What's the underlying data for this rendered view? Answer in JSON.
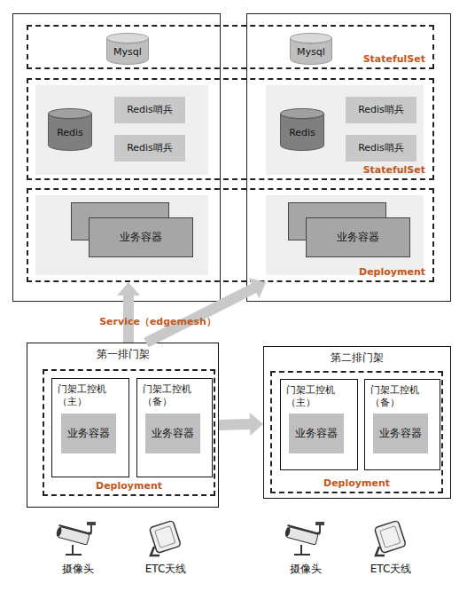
{
  "diagram": {
    "nodes": [
      {
        "text": [
          "StatefulSet"
        ]
      },
      {
        "text": [
          "Mysql"
        ],
        "in": 0
      },
      {
        "text": [
          "Mysql"
        ],
        "in": 0
      },
      {
        "text": [
          "StatefulSet"
        ]
      },
      {
        "text": [
          "Redis"
        ],
        "in": 3
      },
      {
        "text": [
          "Redis哨兵"
        ],
        "in": 3
      },
      {
        "text": [
          "Redis哨兵"
        ],
        "in": 3
      },
      {
        "text": [
          "Redis"
        ],
        "in": 3
      },
      {
        "text": [
          "Redis哨兵"
        ],
        "in": 3
      },
      {
        "text": [
          "Redis哨兵"
        ],
        "in": 3
      },
      {
        "text": [
          "Deployment"
        ]
      },
      {
        "text": [
          "业务容器"
        ],
        "in": 10
      },
      {
        "text": [
          "业务容器"
        ],
        "in": 10
      },
      {
        "text": [
          "第一排门架"
        ]
      },
      {
        "text": [
          "Deployment"
        ],
        "in": 13
      },
      {
        "text": [
          "门架工控机 （主）"
        ],
        "in": 14
      },
      {
        "text": [
          "业务容器"
        ],
        "in": 15
      },
      {
        "text": [
          "门架工控机 （备）"
        ],
        "in": 14
      },
      {
        "text": [
          "业务容器"
        ],
        "in": 17
      },
      {
        "text": [
          "第二排门架"
        ]
      },
      {
        "text": [
          "Deployment"
        ],
        "in": 19
      },
      {
        "text": [
          "门架工控机 （主）"
        ],
        "in": 20
      },
      {
        "text": [
          "业务容器"
        ],
        "in": 21
      },
      {
        "text": [
          "门架工控机 （备）"
        ],
        "in": 20
      },
      {
        "text": [
          "业务容器"
        ],
        "in": 23
      }
    ],
    "edges": [
      {
        "from": 13,
        "to": 10,
        "arrow": "to"
      },
      {
        "from": 13,
        "to": 10,
        "arrow": "to"
      },
      {
        "from": 13,
        "to": 19,
        "arrow": "to"
      }
    ],
    "labels": [
      "Service（edgemesh）",
      "摄像头",
      "ETC天线",
      "摄像头",
      "ETC天线"
    ]
  }
}
